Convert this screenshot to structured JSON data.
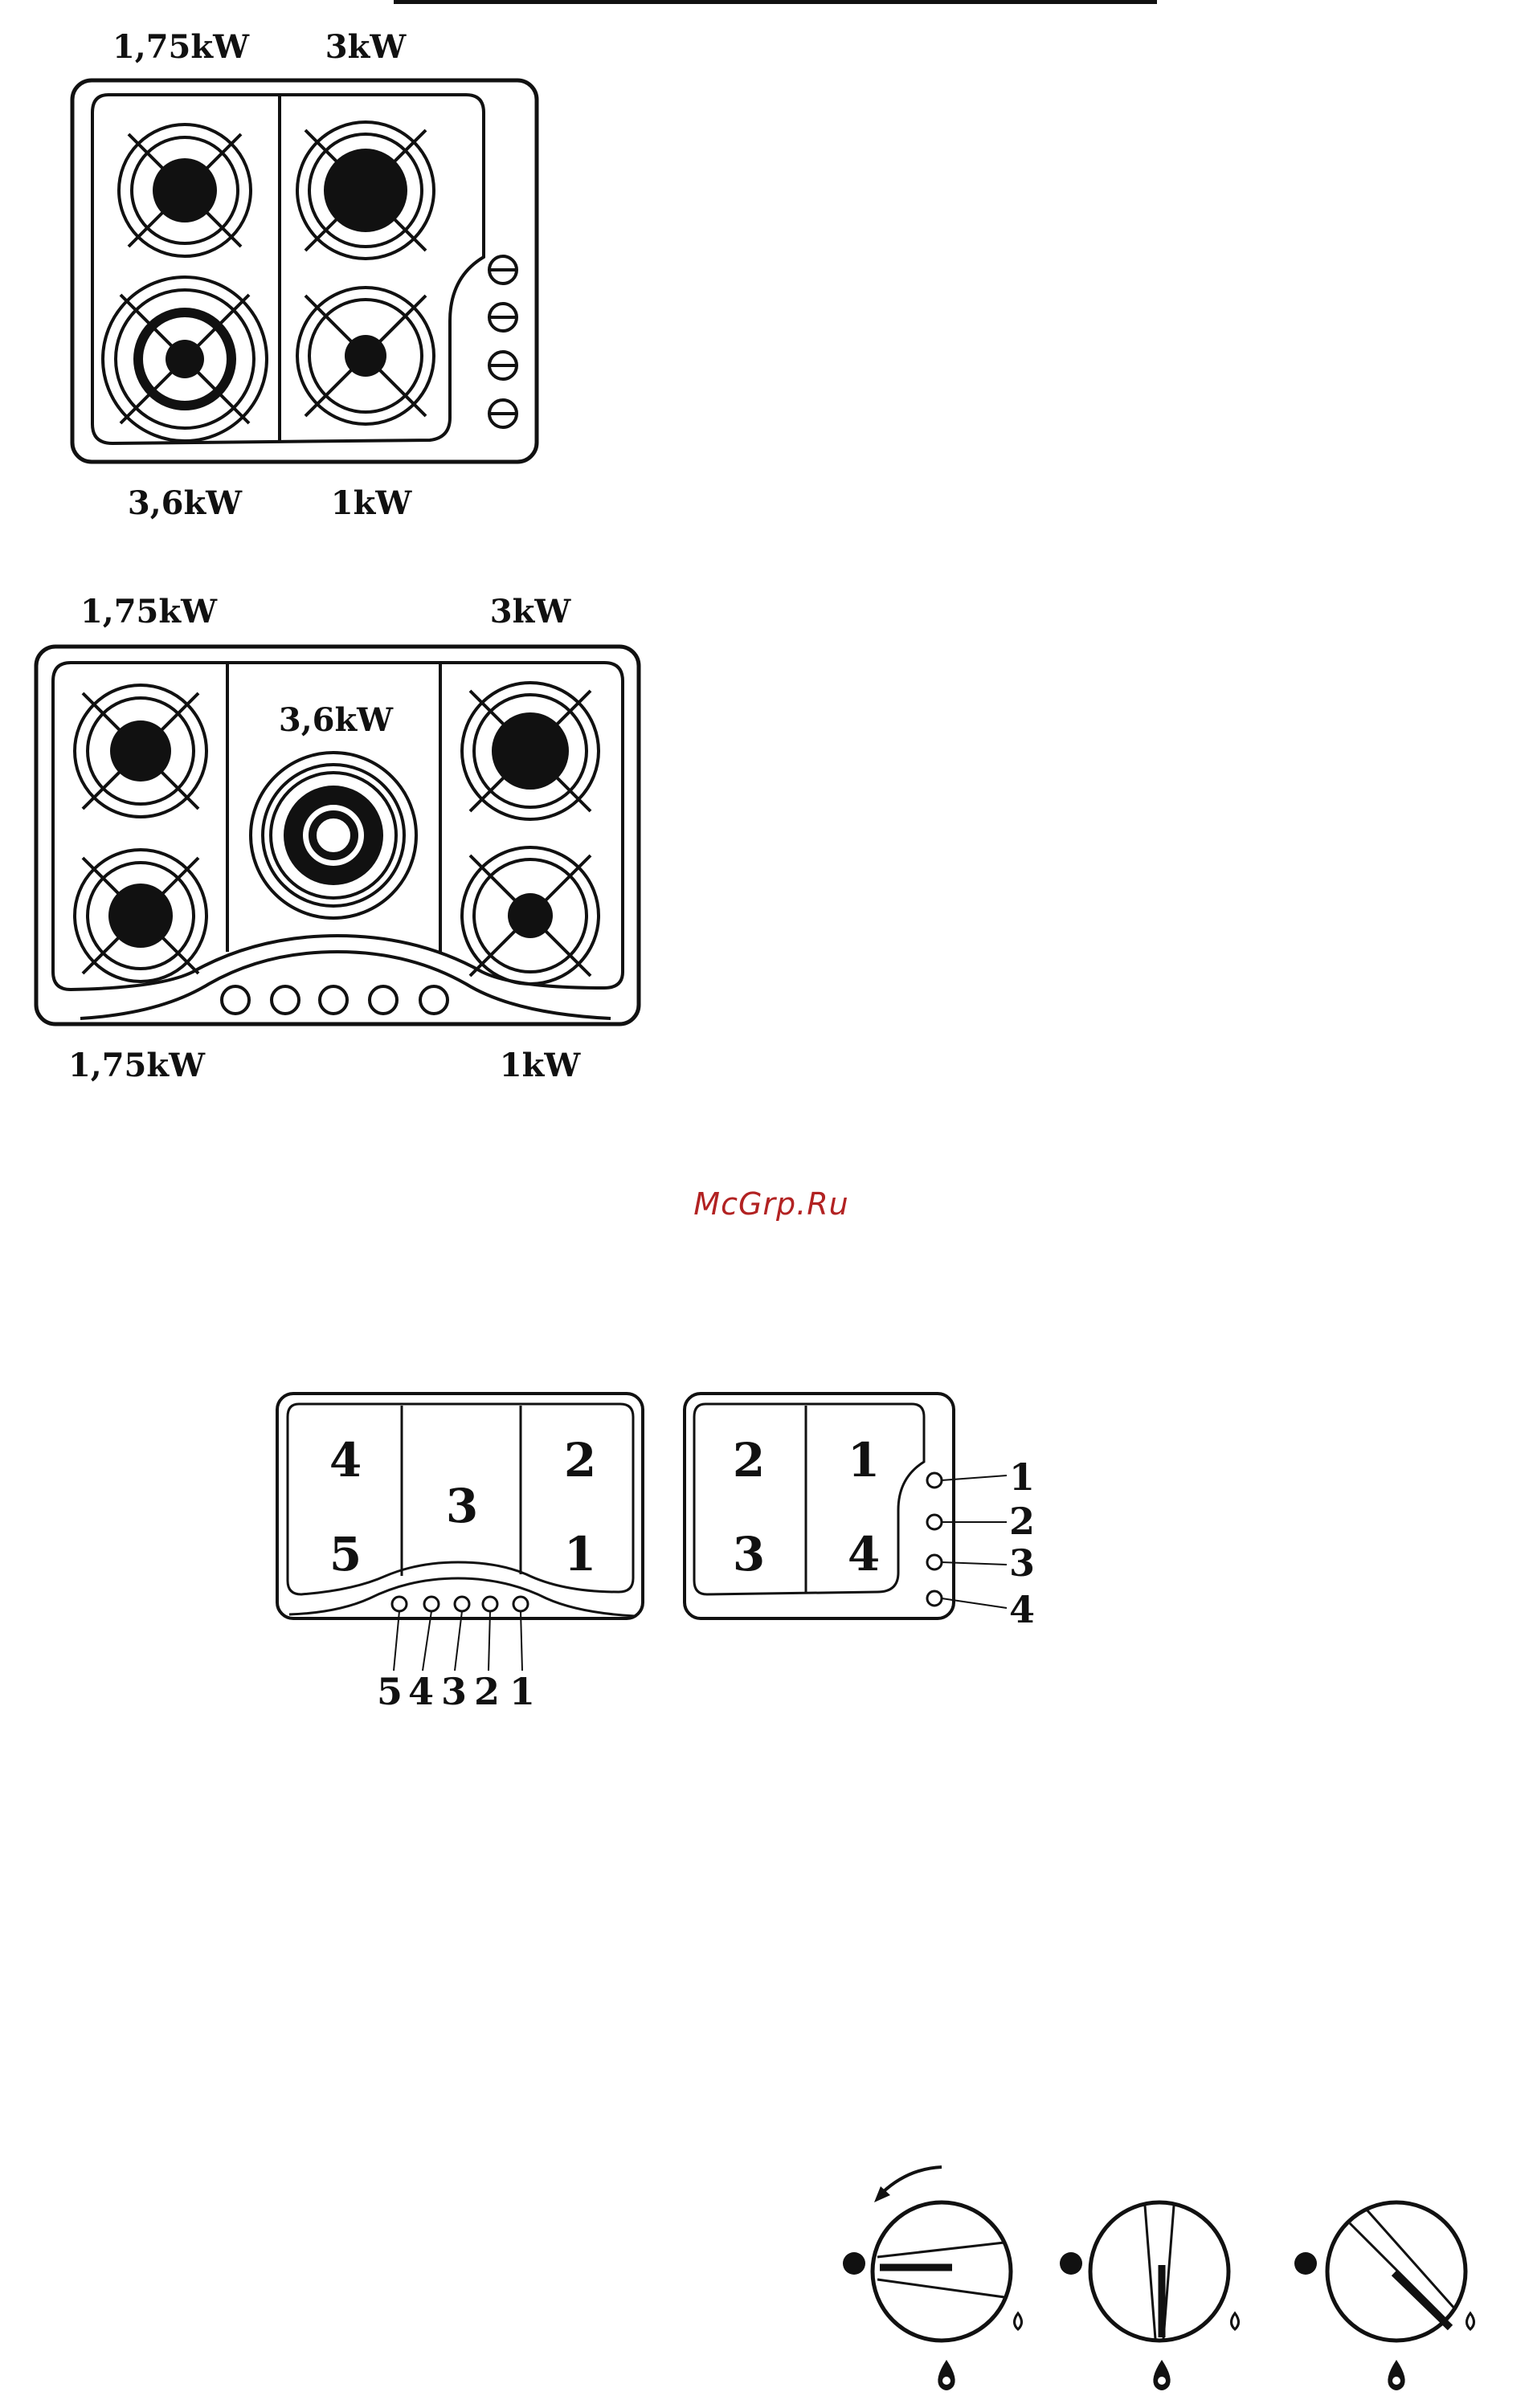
{
  "diagram1": {
    "labels": {
      "top_left": "1,75kW",
      "top_right": "3kW",
      "bottom_left": "3,6kW",
      "bottom_right": "1kW"
    }
  },
  "diagram2": {
    "labels": {
      "top_left": "1,75kW",
      "top_right": "3kW",
      "center": "3,6kW",
      "bottom_left": "1,75kW",
      "bottom_right": "1kW"
    }
  },
  "watermark": {
    "text": "McGrp.Ru",
    "color": "#b22222"
  },
  "schema_a": {
    "zones": [
      "4",
      "5",
      "3",
      "2",
      "1"
    ],
    "knob_numbers": [
      "5",
      "4",
      "3",
      "2",
      "1"
    ]
  },
  "schema_b": {
    "zones": [
      "2",
      "3",
      "1",
      "4"
    ],
    "knob_numbers": [
      "1",
      "2",
      "3",
      "4"
    ]
  },
  "colors": {
    "ink": "#111111",
    "background": "#ffffff",
    "watermark": "#b22222"
  }
}
